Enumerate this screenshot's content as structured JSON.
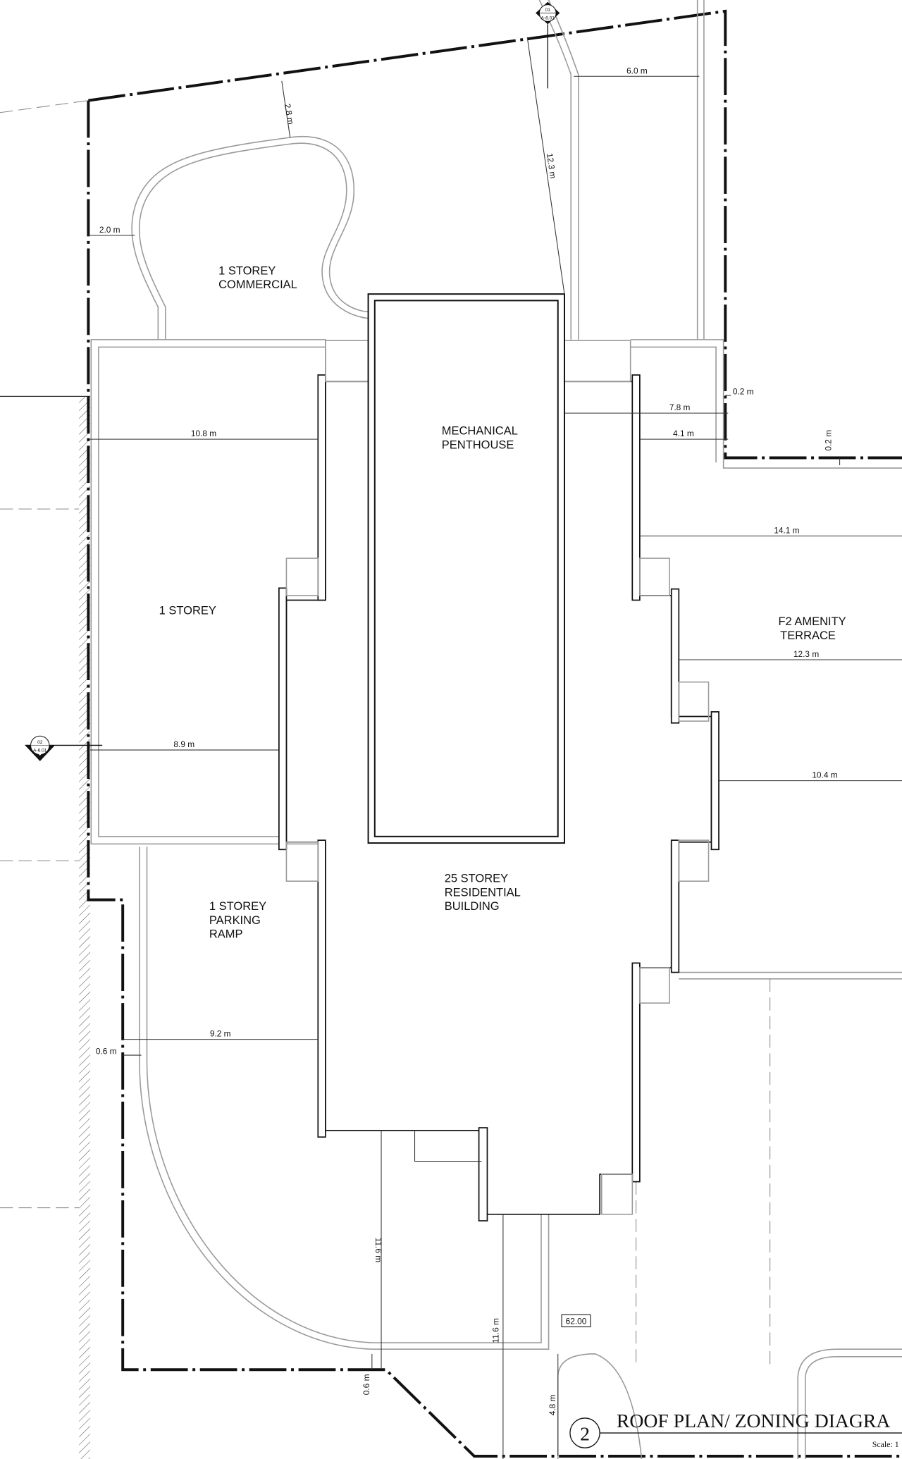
{
  "drawing": {
    "title": "ROOF PLAN/ ZONING DIAGRAM",
    "title_visible": "ROOF PLAN/ ZONING DIAGRA",
    "view_number": "2",
    "scale_label": "Scale: 1",
    "elevation_tag": "62.00"
  },
  "section_markers": [
    {
      "number": "01",
      "sheet": "A-6.01"
    },
    {
      "number": "02",
      "sheet": "A-6.01"
    }
  ],
  "zones": {
    "commercial": [
      "1 STOREY",
      "COMMERCIAL"
    ],
    "penthouse": [
      "MECHANICAL",
      "PENTHOUSE"
    ],
    "one_storey": "1 STOREY",
    "amenity": [
      "F2 AMENITY",
      "TERRACE"
    ],
    "residential": [
      "25 STOREY",
      "RESIDENTIAL",
      "BUILDING"
    ],
    "parking": [
      "1 STOREY",
      "PARKING",
      "RAMP"
    ]
  },
  "dimensions": {
    "d_6_0": "6.0 m",
    "d_2_8": "2.8 m",
    "d_12_3a": "12.3 m",
    "d_2_0": "2.0 m",
    "d_0_2a": "0.2 m",
    "d_7_8": "7.8 m",
    "d_4_1": "4.1 m",
    "d_0_2b": "0.2 m",
    "d_10_8": "10.8 m",
    "d_14_1": "14.1 m",
    "d_12_3b": "12.3 m",
    "d_8_9": "8.9 m",
    "d_10_4": "10.4 m",
    "d_9_2": "9.2 m",
    "d_0_6a": "0.6 m",
    "d_11_6a": "11.6 m",
    "d_11_6b": "11.6 m",
    "d_0_6b": "0.6 m",
    "d_4_8": "4.8 m"
  },
  "colors": {
    "linework": "#111111",
    "podium": "#9a9a9a",
    "background": "#ffffff"
  }
}
